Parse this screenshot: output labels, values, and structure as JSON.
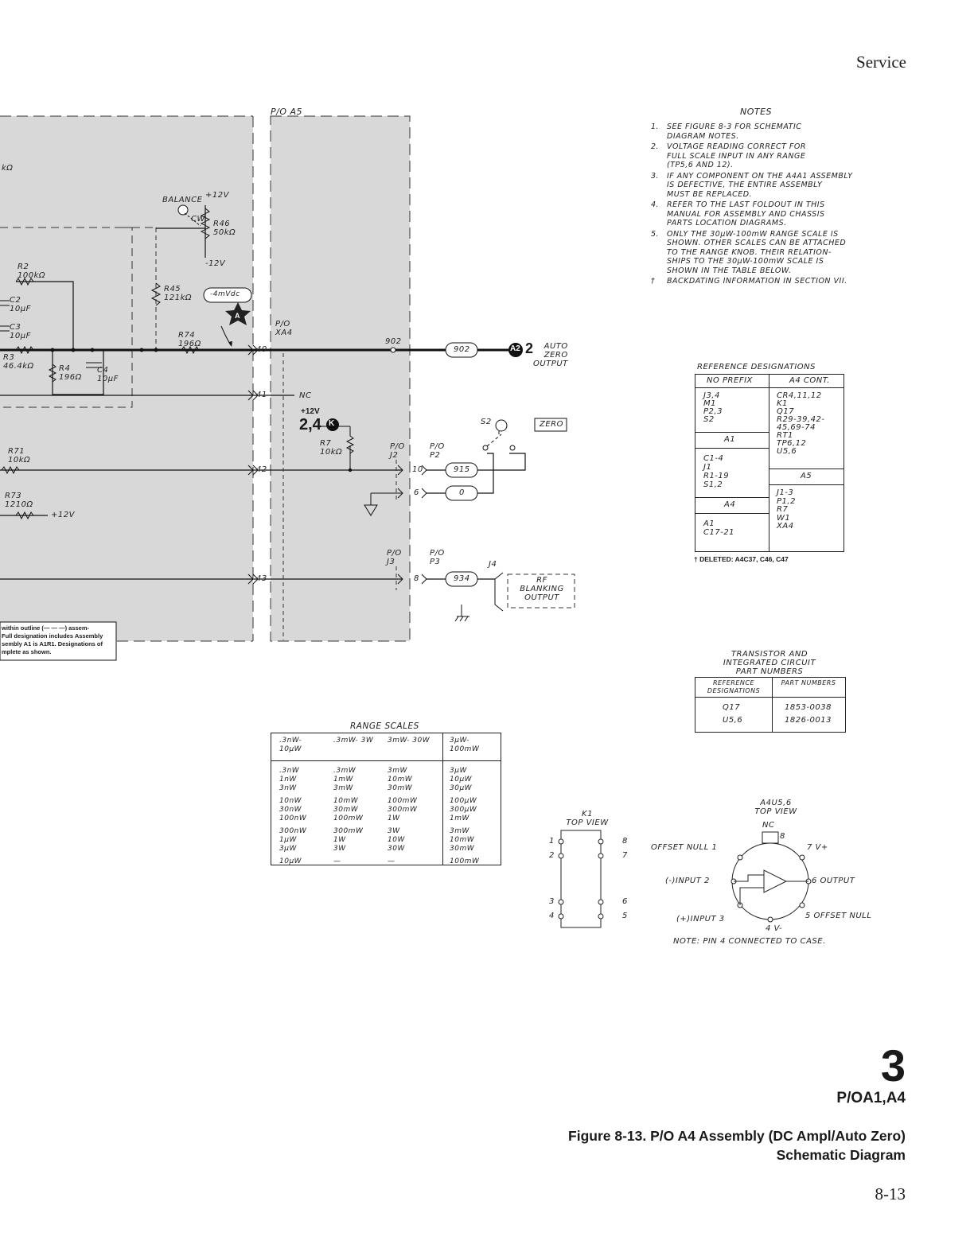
{
  "header": {
    "section": "Service"
  },
  "frame": {
    "pa5": "P/O A5"
  },
  "notes": {
    "title": "NOTES",
    "items": [
      {
        "num": "1.",
        "lines": [
          "SEE FIGURE 8-3 FOR SCHEMATIC",
          "DIAGRAM NOTES."
        ]
      },
      {
        "num": "2.",
        "lines": [
          "VOLTAGE READING CORRECT FOR",
          "FULL SCALE INPUT IN ANY RANGE",
          "(TP5,6 AND 12)."
        ]
      },
      {
        "num": "3.",
        "lines": [
          "IF ANY COMPONENT ON THE A4A1 ASSEMBLY",
          "IS DEFECTIVE, THE ENTIRE ASSEMBLY",
          "MUST BE REPLACED."
        ]
      },
      {
        "num": "4.",
        "lines": [
          "REFER TO THE LAST FOLDOUT IN THIS",
          "MANUAL FOR ASSEMBLY AND CHASSIS",
          "PARTS LOCATION DIAGRAMS."
        ]
      },
      {
        "num": "5.",
        "lines": [
          "ONLY THE 30μW-100mW RANGE SCALE IS",
          "SHOWN. OTHER SCALES CAN BE ATTACHED",
          "TO THE RANGE KNOB. THEIR RELATION-",
          "SHIPS TO THE 30μW-100mW SCALE IS",
          "SHOWN IN THE TABLE BELOW."
        ]
      },
      {
        "num": "†",
        "lines": [
          "BACKDATING INFORMATION IN SECTION VII."
        ]
      }
    ]
  },
  "refdes": {
    "title": "REFERENCE DESIGNATIONS",
    "col1_header": "NO PREFIX",
    "col2_header": "A4 CONT.",
    "no_prefix": [
      "J3,4",
      "M1",
      "P2,3",
      "S2"
    ],
    "a1_header": "A1",
    "a1": [
      "C1-4",
      "J1",
      "R1-19",
      "S1,2"
    ],
    "a4_header": "A4",
    "a4": [
      "A1",
      "C17-21"
    ],
    "a4cont": [
      "CR4,11,12",
      "K1",
      "Q17",
      "R29-39,42-",
      "45,69-74",
      "RT1",
      "TP6,12",
      "U5,6"
    ],
    "a5_header": "A5",
    "a5": [
      "J1-3",
      "P1,2",
      "R7",
      "W1",
      "XA4"
    ],
    "deleted": "† DELETED: A4C37, C46, C47"
  },
  "transistor": {
    "title_lines": [
      "TRANSISTOR AND",
      "INTEGRATED CIRCUIT",
      "PART NUMBERS"
    ],
    "h1": "REFERENCE DESIGNATIONS",
    "h2": "PART NUMBERS",
    "rows": [
      {
        "ref": "Q17",
        "part": "1853-0038"
      },
      {
        "ref": "U5,6",
        "part": "1826-0013"
      }
    ]
  },
  "range": {
    "title": "RANGE SCALES",
    "headers": [
      ".3nW- 10μW",
      ".3mW- 3W",
      "3mW- 30W",
      "3μW- 100mW"
    ],
    "cols": [
      [
        ".3nW",
        "1nW",
        "3nW",
        "10nW",
        "30nW",
        "100nW",
        "300nW",
        "1μW",
        "3μW",
        "10μW"
      ],
      [
        ".3mW",
        "1mW",
        "3mW",
        "10mW",
        "30mW",
        "100mW",
        "300mW",
        "1W",
        "3W",
        "—"
      ],
      [
        "3mW",
        "10mW",
        "30mW",
        "100mW",
        "300mW",
        "1W",
        "3W",
        "10W",
        "30W",
        "—"
      ],
      [
        "3μW",
        "10μW",
        "30μW",
        "100μW",
        "300μW",
        "1mW",
        "3mW",
        "10mW",
        "30mW",
        "100mW"
      ]
    ]
  },
  "relay": {
    "title_lines": [
      "K1",
      "TOP VIEW"
    ],
    "pins": [
      "1",
      "2",
      "3",
      "4",
      "8",
      "7",
      "6",
      "5"
    ]
  },
  "ic": {
    "title_lines": [
      "A4U5,6",
      "TOP VIEW"
    ],
    "nc": "NC",
    "pin8": "8",
    "offset_null_1": "OFFSET NULL 1",
    "vplus": "7 V+",
    "input_minus": "(-)INPUT 2",
    "output": "6 OUTPUT",
    "input_plus": "(+)INPUT 3",
    "offset_null_5": "5 OFFSET NULL",
    "vminus": "4 V-",
    "note": "NOTE: PIN 4 CONNECTED TO CASE."
  },
  "schematic": {
    "kohm": "kΩ",
    "r2": [
      "R2",
      "100kΩ"
    ],
    "c2": [
      "C2",
      "10μF"
    ],
    "c3": [
      "C3",
      "10μF"
    ],
    "r3": [
      "R3",
      "46.4kΩ"
    ],
    "r4": [
      "R4",
      "196Ω"
    ],
    "c4": [
      "C4",
      "10μF"
    ],
    "balance": "BALANCE",
    "cw": "CW",
    "p12v": "+12V",
    "m12v": "-12V",
    "r46": [
      "R46",
      "50kΩ"
    ],
    "r45": [
      "R45",
      "121kΩ"
    ],
    "vdc": "-4mVdc",
    "star": "A",
    "r74": [
      "R74",
      "196Ω"
    ],
    "pin40": "40",
    "pin41": "41",
    "pin42": "42",
    "pin43": "43",
    "nc": "NC",
    "pxa4": [
      "P/O",
      "XA4"
    ],
    "tp902": "902",
    "w902": "902",
    "a2": "A2",
    "a2num": "2",
    "autozero": [
      "AUTO",
      "ZERO",
      "OUTPUT"
    ],
    "r71": [
      "R71",
      "10kΩ"
    ],
    "r73": [
      "R73",
      "1210Ω"
    ],
    "r73v": "+12V",
    "plus12": "+12V",
    "ref24k": "2,4",
    "refK": "K",
    "r7": [
      "R7",
      "10kΩ"
    ],
    "pj2": [
      "P/O",
      "J2"
    ],
    "pp2": [
      "P/O",
      "P2"
    ],
    "pj3": [
      "P/O",
      "J3"
    ],
    "pp3": [
      "P/O",
      "P3"
    ],
    "s2": "S2",
    "zero": "ZERO",
    "pin10": "10",
    "pin6": "6",
    "pin8": "8",
    "w915": "915",
    "w0": "0",
    "w934": "934",
    "j4": "J4",
    "rf": [
      "RF",
      "BLANKING",
      "OUTPUT"
    ]
  },
  "outline_note": [
    "within outline (— — —) assem-",
    "Full designation includes Assembly",
    "sembly A1 is A1R1. Designations of",
    "mplete as shown."
  ],
  "badge": {
    "number": "3",
    "label": "P/OA1,A4"
  },
  "caption": {
    "line1": "Figure 8-13. P/O A4 Assembly (DC Ampl/Auto Zero)",
    "line2": "Schematic Diagram"
  },
  "page_number": "8-13"
}
